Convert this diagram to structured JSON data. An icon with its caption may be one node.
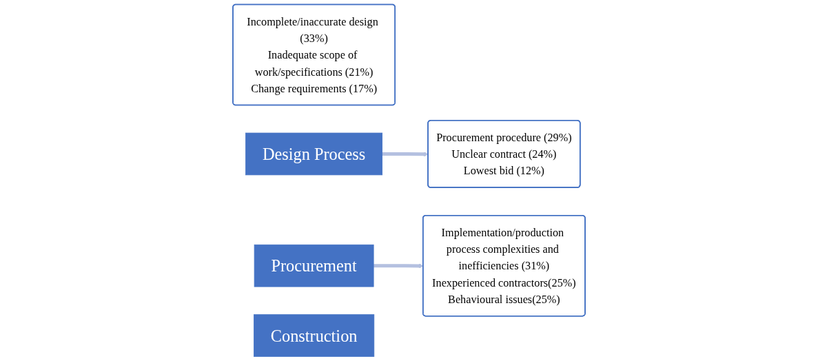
{
  "diagram": {
    "nodes": [
      {
        "text": [
          "Incomplete/inaccurate design (33%)",
          "Inadequate scope of work/specifications (21%)",
          "Change requirements (17%)"
        ]
      },
      {
        "text": [
          "Design Process"
        ]
      },
      {
        "text": [
          "Procurement procedure (29%)",
          "Unclear contract (24%)",
          "Lowest bid (12%)"
        ]
      },
      {
        "text": [
          "Procurement"
        ]
      },
      {
        "text": [
          "Implementation/production process complexities and inefficiencies (31%)",
          "Inexperienced contractors(25%)",
          "Behavioural issues(25%)"
        ]
      },
      {
        "text": [
          "Construction"
        ]
      }
    ],
    "edges": [
      {
        "from": 1,
        "to": 2,
        "arrow": "to"
      },
      {
        "from": 3,
        "to": 4,
        "arrow": "to"
      }
    ]
  }
}
